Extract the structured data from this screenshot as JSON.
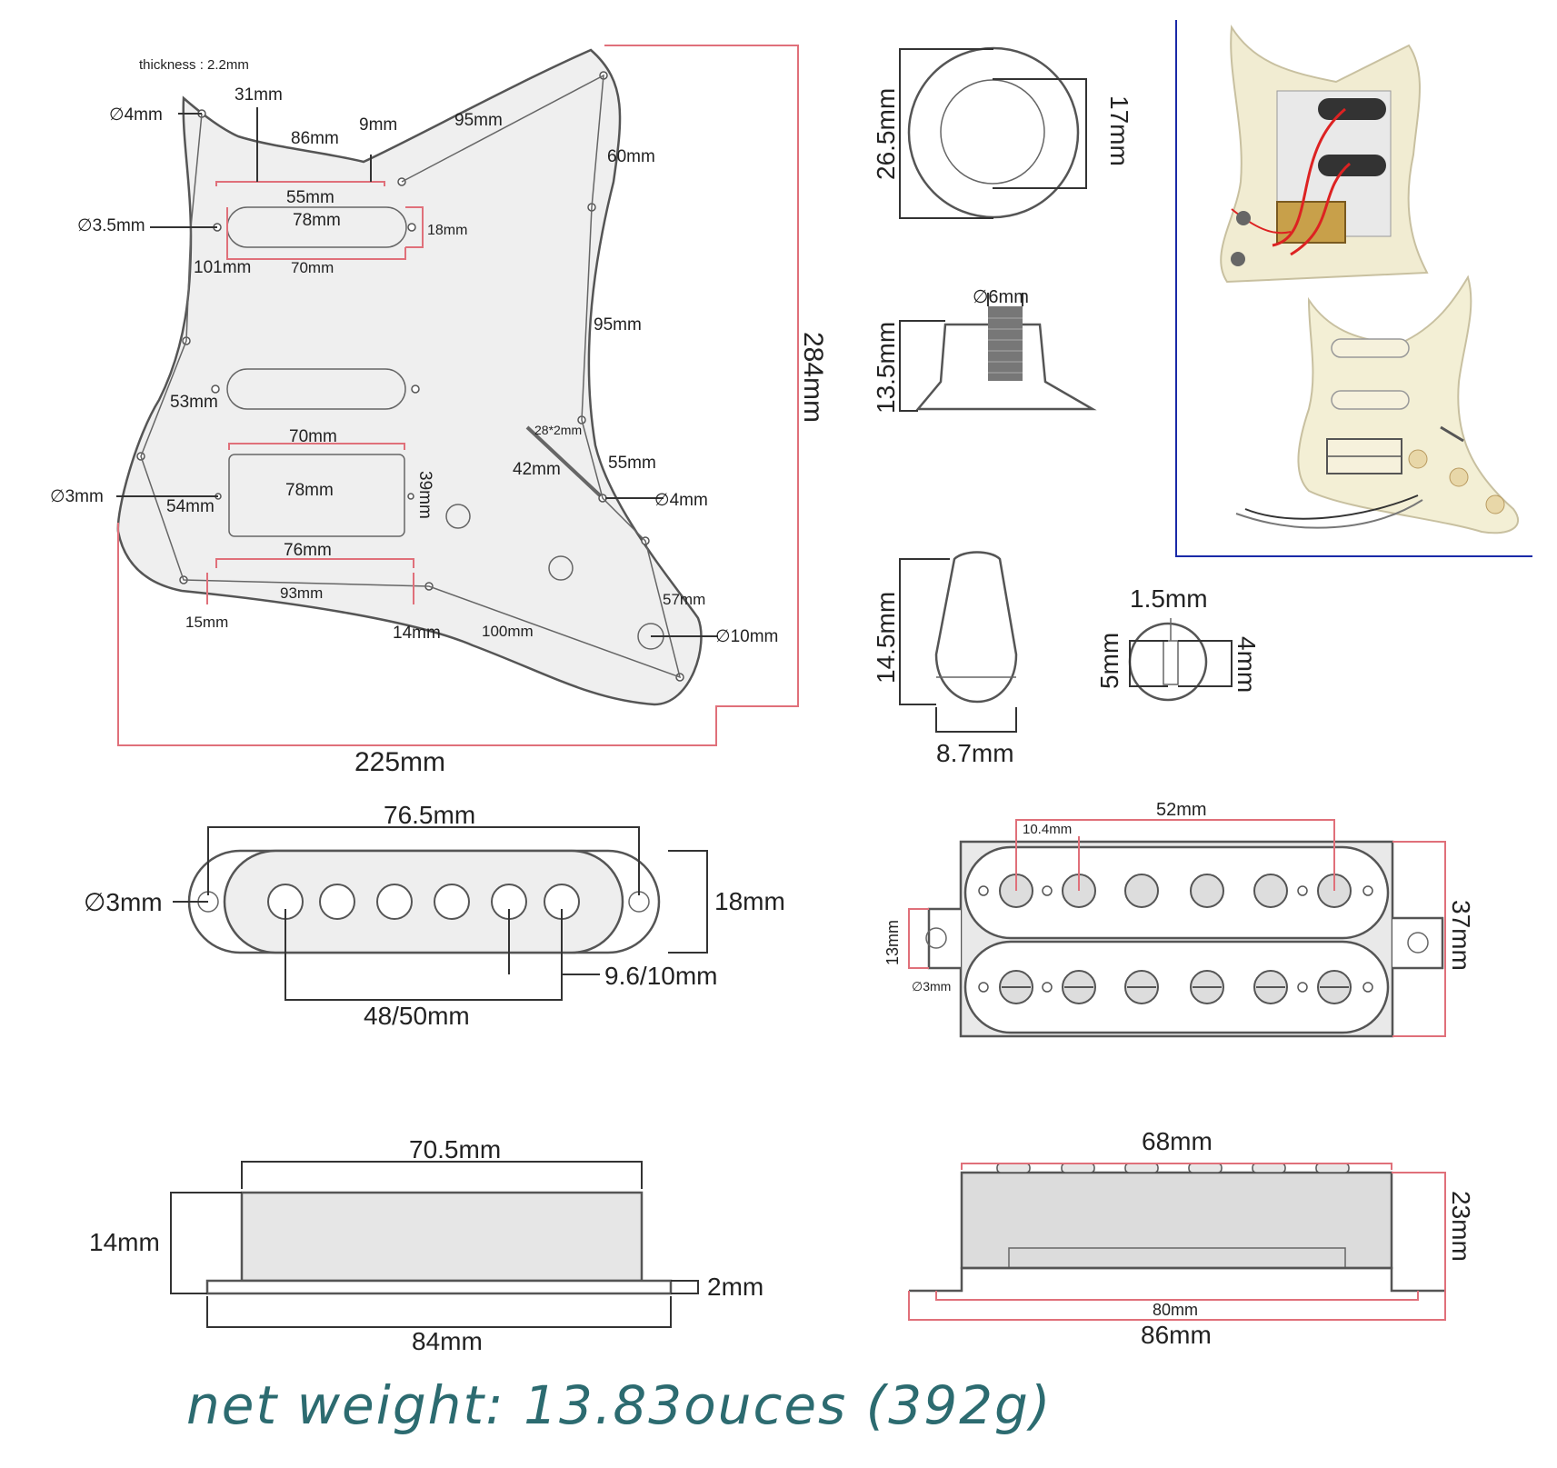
{
  "pickguard": {
    "thickness": "thickness : 2.2mm",
    "labels": {
      "hole_4_top": "4mm",
      "dim_31": "31mm",
      "dim_9": "9mm",
      "dim_86": "86mm",
      "dim_95_top": "95mm",
      "dim_60": "60mm",
      "dim_55_top": "55mm",
      "hole_3_5": "3.5mm",
      "dim_78_top": "78mm",
      "dim_18": "18mm",
      "dim_101": "101mm",
      "dim_70_top": "70mm",
      "dim_95_side": "95mm",
      "dim_53": "53mm",
      "dim_70_mid": "70mm",
      "dim_28x2": "28*2mm",
      "dim_42": "42mm",
      "dim_55_side": "55mm",
      "hole_3": "3mm",
      "dim_54": "54mm",
      "dim_78_mid": "78mm",
      "dim_39": "39mm",
      "hole_4_side": "4mm",
      "dim_76": "76mm",
      "dim_93": "93mm",
      "dim_15": "15mm",
      "dim_14": "14mm",
      "dim_100": "100mm",
      "dim_57": "57mm",
      "hole_10": "10mm",
      "height": "284mm",
      "width": "225mm"
    }
  },
  "knob": {
    "diameter": "26.5mm",
    "inner": "17mm",
    "shaft": "6mm",
    "height": "13.5mm"
  },
  "switch_tip": {
    "height": "14.5mm",
    "width": "8.7mm"
  },
  "switch_detail": {
    "top": "1.5mm",
    "left": "5mm",
    "right": "4mm"
  },
  "single_coil": {
    "length": "76.5mm",
    "hole": "3mm",
    "width": "18mm",
    "pole_gap": "9.6/10mm",
    "pole_span": "48/50mm"
  },
  "humbucker_top": {
    "pole_span": "52mm",
    "pole_gap": "10.4mm",
    "tab": "13mm",
    "hole": "3mm",
    "width": "37mm"
  },
  "single_side": {
    "top": "70.5mm",
    "height": "14mm",
    "base": "2mm",
    "bottom": "84mm"
  },
  "humbucker_side": {
    "top": "68mm",
    "height": "23mm",
    "inner": "80mm",
    "bottom": "86mm"
  },
  "net_weight": "net weight: 13.83ouces (392g)",
  "colors": {
    "outline": "#555555",
    "dimension_red": "#e0707a",
    "frame_blue": "#1a2aa8",
    "weight_text": "#2c6b70",
    "pickguard_fill": "#efefef"
  }
}
